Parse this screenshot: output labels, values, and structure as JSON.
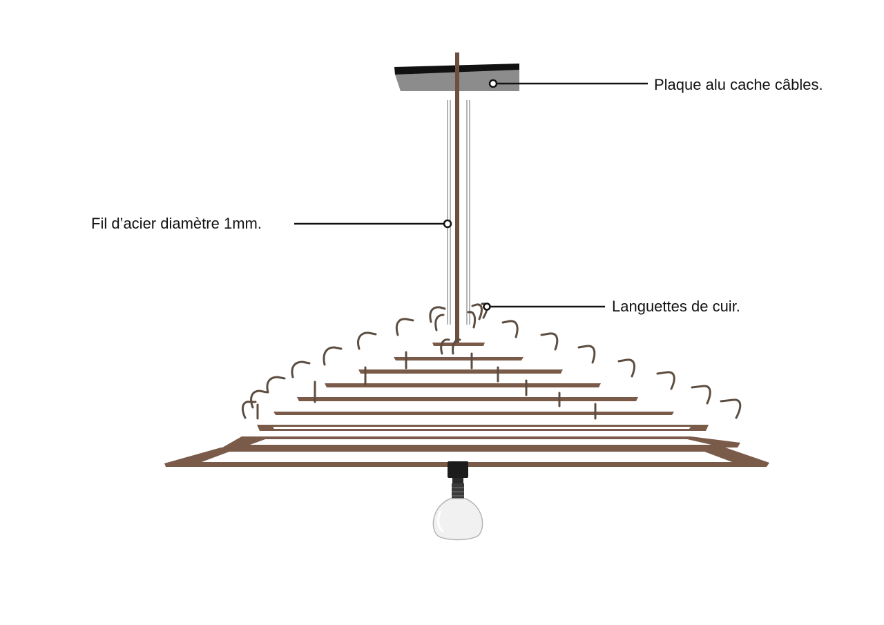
{
  "annotations": {
    "plate": "Plaque alu cache câbles.",
    "wire": "Fil d’acier diamètre 1mm.",
    "tabs": "Languettes de cuir."
  },
  "colors": {
    "wood": "#7a5a48",
    "wood_dark": "#5e4638",
    "leather": "#5c4d40",
    "plate_face": "#8c8c8c",
    "plate_top": "#111111",
    "wire": "#9a9a9a",
    "socket": "#1c1c1c",
    "callout": "#111111"
  }
}
